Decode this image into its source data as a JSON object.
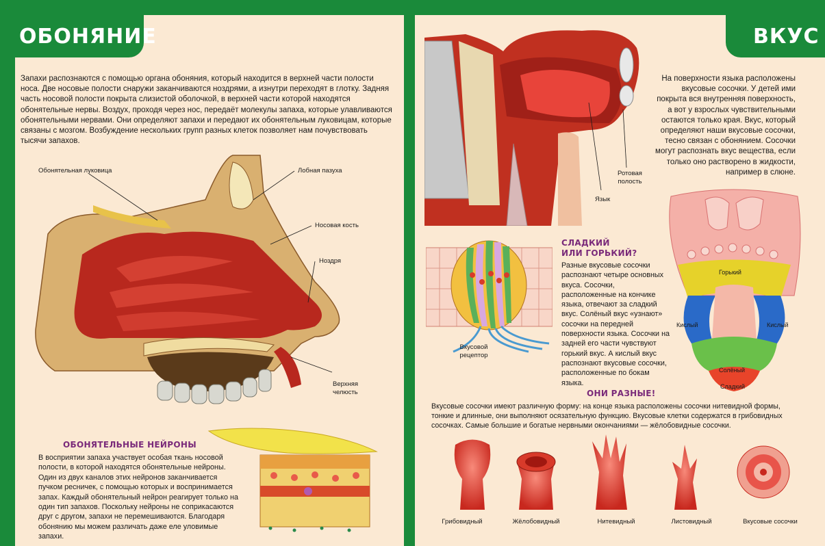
{
  "left": {
    "title": "ОБОНЯНИЕ",
    "intro": "Запахи распознаются с помощью органа обоняния, который находится в верхней части полости носа. Две носовые полости снаружи заканчиваются ноздрями, а изнутри переходят в глотку. Задняя часть носовой полости покрыта слизистой оболочкой, в верхней части которой находятся обонятельные нервы. Воздух, проходя через нос, передаёт молекулы запаха, которые улавливаются обонятельными нервами. Они определяют запахи и передают их обонятельным луковицам, которые связаны с мозгом. Возбуждение нескольких групп разных клеток позволяет нам почувствовать тысячи запахов.",
    "labels": {
      "bulb": "Обонятельная луковица",
      "frontal": "Лобная пазуха",
      "nasal_bone": "Носовая кость",
      "nostril": "Ноздря",
      "upper_jaw_1": "Верхняя",
      "upper_jaw_2": "челюсть"
    },
    "neurons_title": "ОБОНЯТЕЛЬНЫЕ НЕЙРОНЫ",
    "neurons_text": "В восприятии запаха участвует особая ткань носовой полости, в которой находятся обонятельные нейроны. Один из двух каналов этих нейронов заканчивается пучком ресничек, с помощью которых и воспринимается запах. Каждый обонятельный нейрон реагирует только на один тип запахов. Поскольку нейроны не соприкасаются друг с другом, запахи не перемешиваются. Благодаря обонянию мы можем различать даже еле уловимые запахи."
  },
  "right": {
    "title": "ВКУС",
    "intro": "На поверхности языка расположены вкусовые сосочки. У детей ими покрыта вся внутренняя поверхность, а вот у взрослых чувствительными остаются только края. Вкус, который определяют наши вкусовые сосочки, тесно связан с обонянием. Сосочки могут распознать вкус вещества, если только оно растворено в жидкости, например в слюне.",
    "labels": {
      "tongue": "Язык",
      "mouth_1": "Ротовая",
      "mouth_2": "полость",
      "receptor_1": "Вкусовой",
      "receptor_2": "рецептор"
    },
    "sweet_title_1": "СЛАДКИЙ",
    "sweet_title_2": "ИЛИ ГОРЬКИЙ?",
    "sweet_text": "Разные вкусовые сосочки распознают четыре основных вкуса. Сосочки, расположенные на кончике языка, отвечают за сладкий вкус. Солёный вкус «узнают» сосочки на передней поверхности языка. Сосочки на задней его части чувствуют горький вкус. А кислый вкус распознают вкусовые сосочки, расположенные по бокам языка.",
    "zones": {
      "bitter": "Горький",
      "sour_left": "Кислый",
      "sour_right": "Кислый",
      "salty": "Солёный",
      "sweet": "Сладкий"
    },
    "different_title": "ОНИ РАЗНЫЕ!",
    "different_text": "Вкусовые сосочки имеют различную форму: на конце языка расположены сосочки нитевидной формы, тонкие и длинные, они выполняют осязательную функцию. Вкусовые клетки содержатся в грибовидных сосочках. Самые большие и богатые нервными окончаниями — жёлобовидные сосочки.",
    "papillae": [
      {
        "name": "Грибовидный"
      },
      {
        "name": "Жёлобовидный"
      },
      {
        "name": "Нитевидный"
      },
      {
        "name": "Листовидный"
      },
      {
        "name": "Вкусовые сосочки"
      }
    ]
  },
  "colors": {
    "green": "#1a8a3a",
    "page": "#fbe9d3",
    "purple": "#7a2a7a",
    "flesh": "#c8281e"
  }
}
